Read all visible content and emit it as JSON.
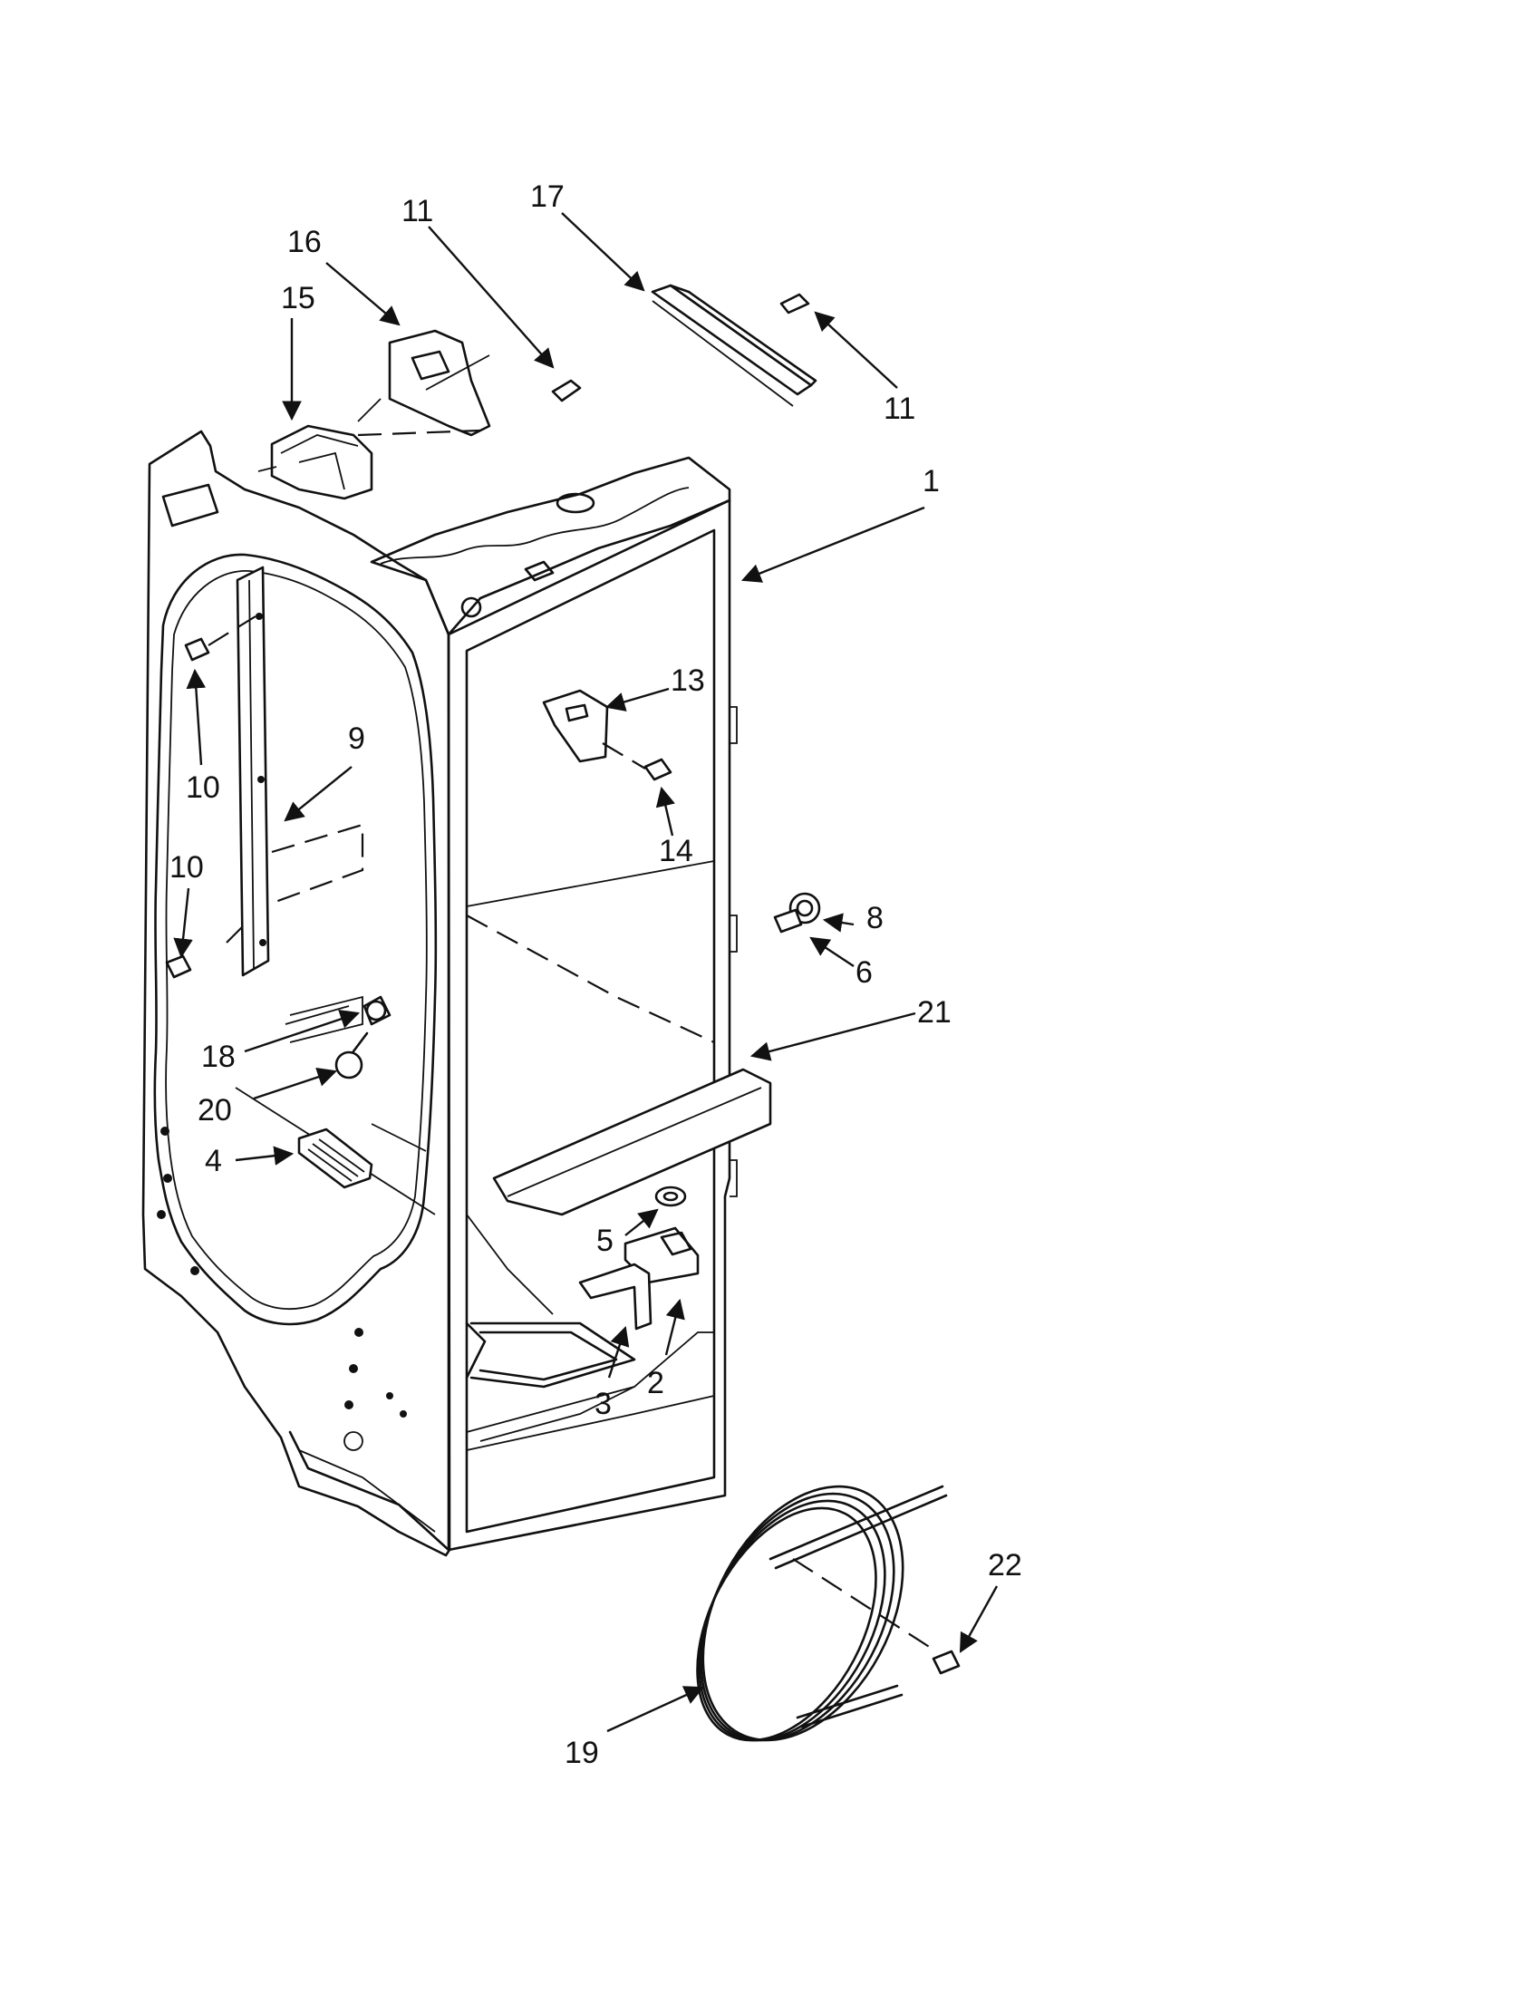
{
  "diagram": {
    "callouts": [
      {
        "id": "c1",
        "label": "1"
      },
      {
        "id": "c2",
        "label": "2"
      },
      {
        "id": "c3",
        "label": "3"
      },
      {
        "id": "c4",
        "label": "4"
      },
      {
        "id": "c5",
        "label": "5"
      },
      {
        "id": "c6",
        "label": "6"
      },
      {
        "id": "c8",
        "label": "8"
      },
      {
        "id": "c9",
        "label": "9"
      },
      {
        "id": "c10a",
        "label": "10"
      },
      {
        "id": "c10b",
        "label": "10"
      },
      {
        "id": "c11a",
        "label": "11"
      },
      {
        "id": "c11b",
        "label": "11"
      },
      {
        "id": "c13",
        "label": "13"
      },
      {
        "id": "c14",
        "label": "14"
      },
      {
        "id": "c15",
        "label": "15"
      },
      {
        "id": "c16",
        "label": "16"
      },
      {
        "id": "c17",
        "label": "17"
      },
      {
        "id": "c18",
        "label": "18"
      },
      {
        "id": "c19",
        "label": "19"
      },
      {
        "id": "c20",
        "label": "20"
      },
      {
        "id": "c21",
        "label": "21"
      },
      {
        "id": "c22",
        "label": "22"
      }
    ]
  }
}
